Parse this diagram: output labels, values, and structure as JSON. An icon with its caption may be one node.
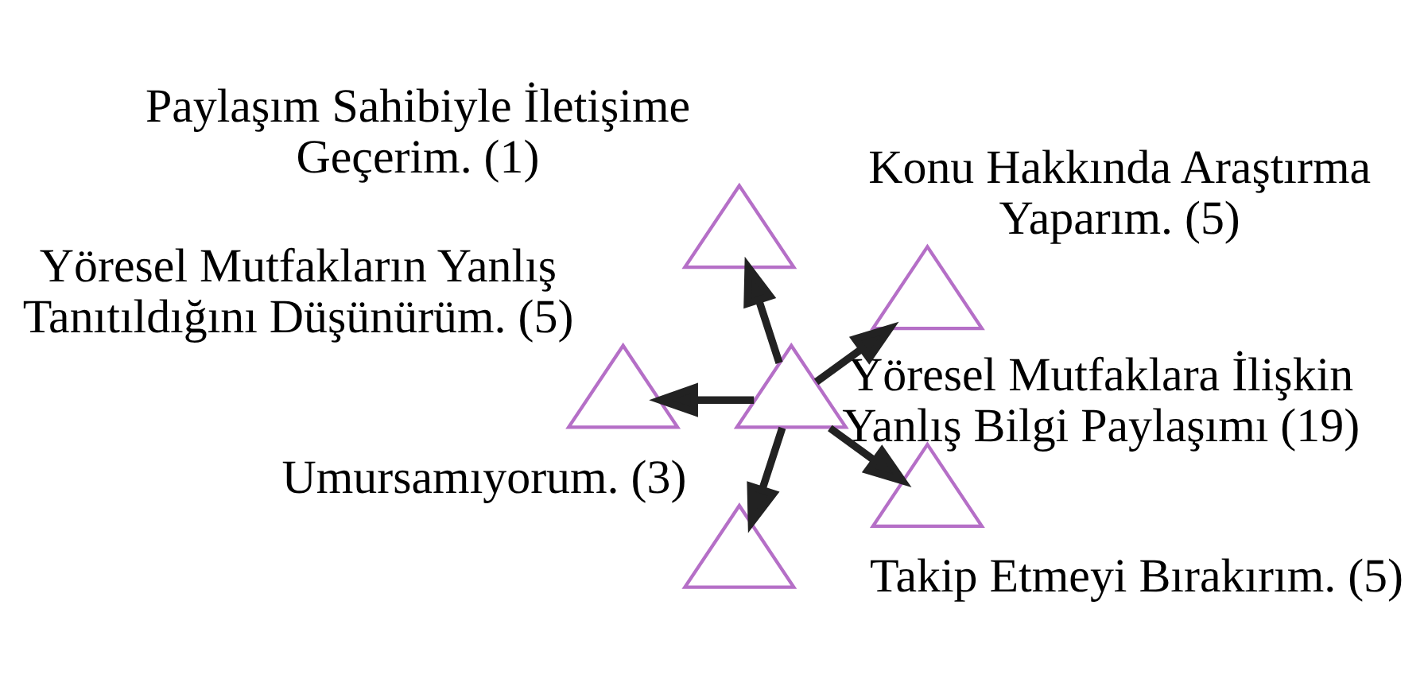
{
  "diagram": {
    "nodes": [
      {
        "text": [
          "Konu Hakkında Araştırma Yaparım. (5)"
        ]
      },
      {
        "text": [
          "Paylaşım Sahibiyle İletişime Geçerim. (1)"
        ]
      },
      {
        "text": [
          "Yöresel Mutfakların Yanlış Tanıtıldığını Düşünürüm. (5)"
        ]
      },
      {
        "text": [
          "Yöresel Mutfaklara İlişkin Yanlış Bilgi Paylaşımı (19)"
        ]
      },
      {
        "text": [
          "Umursamıyorum. (3)"
        ]
      },
      {
        "text": [
          "Takip Etmeyi Bırakırım. (5)"
        ]
      }
    ],
    "edges": [
      {
        "from": 3,
        "to": 0,
        "arrow": "to"
      },
      {
        "from": 3,
        "to": 1,
        "arrow": "to"
      },
      {
        "from": 3,
        "to": 2,
        "arrow": "to"
      },
      {
        "from": 3,
        "to": 4,
        "arrow": "to"
      },
      {
        "from": 3,
        "to": 5,
        "arrow": "to"
      }
    ]
  }
}
